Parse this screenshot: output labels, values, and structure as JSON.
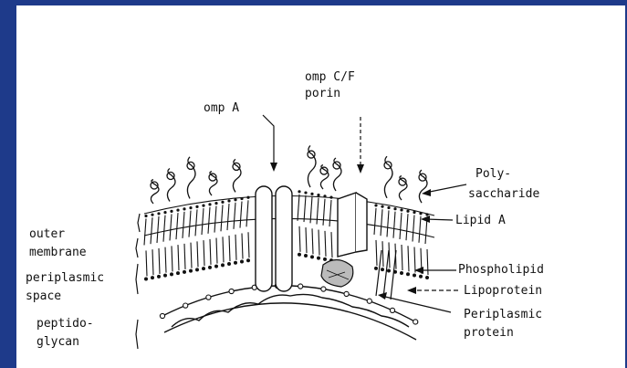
{
  "theme": {
    "frame_color": "#1e3a8a",
    "background": "#ffffff",
    "ink": "#111111"
  },
  "labels": {
    "omp_a": "omp A",
    "omp_cf_line1": "omp C/F",
    "omp_cf_line2": "porin",
    "poly_line1": "Poly-",
    "poly_line2": "saccharide",
    "lipid_a": "Lipid A",
    "phospholipid": "Phospholipid",
    "lipoprotein": "Lipoprotein",
    "periplasmic_protein_line1": "Periplasmic",
    "periplasmic_protein_line2": "protein",
    "outer_membrane_line1": "outer",
    "outer_membrane_line2": "membrane",
    "periplasmic_space_line1": "periplasmic",
    "periplasmic_space_line2": "space",
    "peptidoglycan_line1": "peptido-",
    "peptidoglycan_line2": "glycan"
  }
}
